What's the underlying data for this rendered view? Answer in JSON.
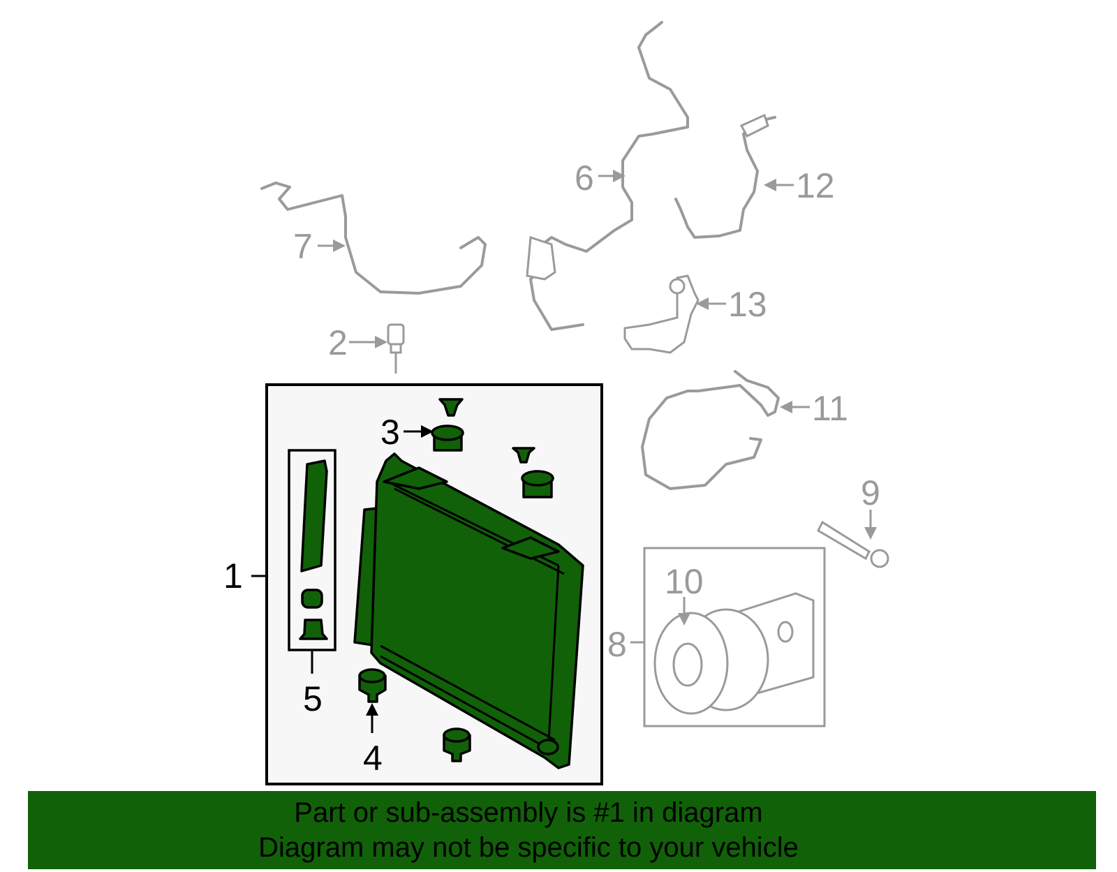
{
  "callouts": {
    "c1": "1",
    "c2": "2",
    "c3": "3",
    "c4": "4",
    "c5": "5",
    "c6": "6",
    "c7": "7",
    "c8": "8",
    "c9": "9",
    "c10": "10",
    "c11": "11",
    "c12": "12",
    "c13": "13"
  },
  "banner": {
    "line1": "Part or sub-assembly is #1 in diagram",
    "line2": "Diagram may not be specific to your vehicle"
  },
  "colors": {
    "highlight": "#116108",
    "secondary_parts": "#9a9a9a",
    "assembly_box_bg": "#f7f7f7"
  }
}
